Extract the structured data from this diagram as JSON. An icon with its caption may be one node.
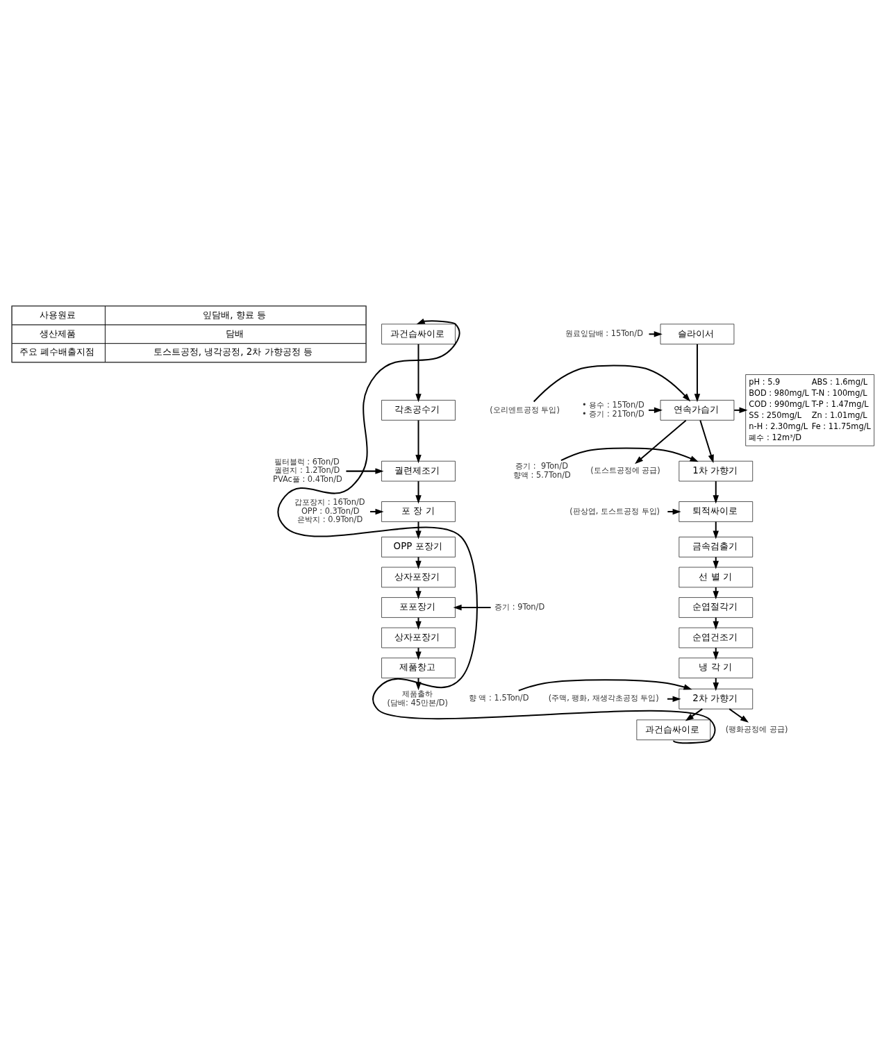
{
  "diagram": {
    "nodes": [
      {
        "text": [
          "슬라이서"
        ]
      },
      {
        "text": [
          "연속가습기"
        ]
      },
      {
        "text": [
          "1차 가향기"
        ]
      },
      {
        "text": [
          "퇴적싸이로"
        ]
      },
      {
        "text": [
          "금속검출기"
        ]
      },
      {
        "text": [
          "선 별 기"
        ]
      },
      {
        "text": [
          "순엽절각기"
        ]
      },
      {
        "text": [
          "순엽건조기"
        ]
      },
      {
        "text": [
          "냉 각 기"
        ]
      },
      {
        "text": [
          "2차 가향기"
        ]
      },
      {
        "text": [
          "과건습싸이로"
        ]
      },
      {
        "text": [
          "과건습싸이로"
        ]
      },
      {
        "text": [
          "각초공수기"
        ]
      },
      {
        "text": [
          "궐련제조기"
        ]
      },
      {
        "text": [
          "포 장 기"
        ]
      },
      {
        "text": [
          "OPP 포장기"
        ]
      },
      {
        "text": [
          "상자포장기"
        ]
      },
      {
        "text": [
          "포포장기"
        ]
      },
      {
        "text": [
          "상자포장기"
        ]
      },
      {
        "text": [
          "제품창고"
        ]
      },
      {
        "text": [
          "pH : 5.9",
          "ABS : 1.6mg/L",
          "BOD : 980mg/L",
          "T-N : 100mg/L",
          "COD : 990mg/L",
          "T-P : 1.47mg/L",
          "SS : 250mg/L",
          "Zn : 1.01mg/L",
          "n-H : 2.30mg/L",
          "Fe : 11.75mg/L",
          "폐수 : 12m³/D"
        ]
      },
      {
        "text": [
          "원료잎담배 : 15Ton/D"
        ]
      },
      {
        "text": [
          "(오리엔트공정 투입)"
        ]
      },
      {
        "text": [
          "• 용수 : 15Ton/D",
          "• 증기 : 21Ton/D"
        ]
      },
      {
        "text": [
          "증기 :  9Ton/D",
          "향액 : 5.7Ton/D"
        ]
      },
      {
        "text": [
          "(토스트공정에 공급)"
        ]
      },
      {
        "text": [
          "(판상엽, 토스트공정 투입)"
        ]
      },
      {
        "text": [
          "(주맥, 팽화, 재생각초공정 투입)"
        ]
      },
      {
        "text": [
          "향 액 : 1.5Ton/D"
        ]
      },
      {
        "text": [
          "(팽화공정에 공급)"
        ]
      },
      {
        "text": [
          "필터블럭 : 6Ton/D",
          "궐련지 : 1.2Ton/D",
          "PVAc풀 : 0.4Ton/D"
        ]
      },
      {
        "text": [
          "갑포장지 : 16Ton/D",
          "OPP : 0.3Ton/D",
          "은박지 : 0.9Ton/D"
        ]
      },
      {
        "text": [
          "증기 : 9Ton/D"
        ]
      },
      {
        "text": [
          "제품출하",
          "(담배: 45만본/D)"
        ]
      }
    ],
    "edges": [
      {
        "from": 0,
        "to": 1,
        "arrow": "to"
      },
      {
        "from": 1,
        "to": 2,
        "arrow": "to"
      },
      {
        "from": 2,
        "to": 3,
        "arrow": "to"
      },
      {
        "from": 3,
        "to": 4,
        "arrow": "to"
      },
      {
        "from": 4,
        "to": 5,
        "arrow": "to"
      },
      {
        "from": 5,
        "to": 6,
        "arrow": "to"
      },
      {
        "from": 6,
        "to": 7,
        "arrow": "to"
      },
      {
        "from": 7,
        "to": 8,
        "arrow": "to"
      },
      {
        "from": 8,
        "to": 9,
        "arrow": "to"
      },
      {
        "from": 9,
        "to": 10,
        "arrow": "to"
      },
      {
        "from": 10,
        "to": 11,
        "arrow": "to"
      },
      {
        "from": 11,
        "to": 12,
        "arrow": "to"
      },
      {
        "from": 12,
        "to": 13,
        "arrow": "to"
      },
      {
        "from": 13,
        "to": 14,
        "arrow": "to"
      },
      {
        "from": 14,
        "to": 15,
        "arrow": "to"
      },
      {
        "from": 15,
        "to": 16,
        "arrow": "to"
      },
      {
        "from": 16,
        "to": 17,
        "arrow": "to"
      },
      {
        "from": 17,
        "to": 18,
        "arrow": "to"
      },
      {
        "from": 18,
        "to": 19,
        "arrow": "to"
      },
      {
        "from": 19,
        "to": 33,
        "arrow": "to"
      },
      {
        "from": 1,
        "to": 20,
        "arrow": "to"
      },
      {
        "from": 21,
        "to": 0,
        "arrow": "to"
      },
      {
        "from": 22,
        "to": 1,
        "arrow": "to"
      },
      {
        "from": 23,
        "to": 1,
        "arrow": "to"
      },
      {
        "from": 24,
        "to": 2,
        "arrow": "to"
      },
      {
        "from": 1,
        "to": 25,
        "arrow": "to"
      },
      {
        "from": 26,
        "to": 3,
        "arrow": "to"
      },
      {
        "from": 27,
        "to": 9,
        "arrow": "to"
      },
      {
        "from": 28,
        "to": 9,
        "arrow": "to"
      },
      {
        "from": 9,
        "to": 29,
        "arrow": "to"
      },
      {
        "from": 30,
        "to": 13,
        "arrow": "to"
      },
      {
        "from": 31,
        "to": 14,
        "arrow": "to"
      },
      {
        "from": 32,
        "to": 17,
        "arrow": "to"
      }
    ],
    "labels": [
      "사용원료",
      "잎담배, 향료 등",
      "생산제품",
      "담배",
      "주요 폐수배출지점",
      "토스트공정, 냉각공정, 2차 가향공정 등"
    ]
  }
}
